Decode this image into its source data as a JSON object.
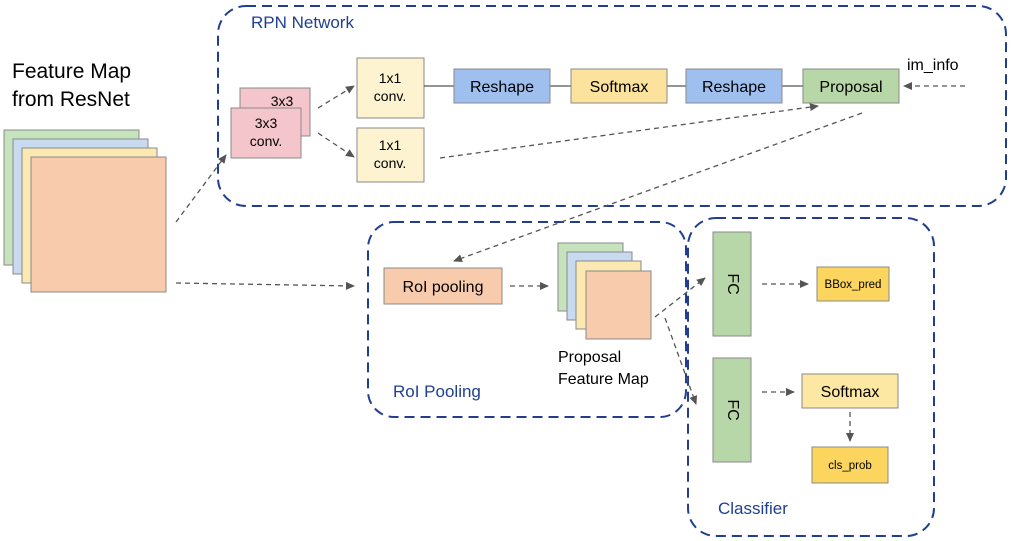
{
  "feature_map": {
    "line1": "Feature Map",
    "line2": "from ResNet"
  },
  "rpn": {
    "region_label": "RPN Network",
    "conv3x3_back": "3x3",
    "conv3x3_front_line1": "3x3",
    "conv3x3_front_line2": "conv.",
    "conv1x1_top_line1": "1x1",
    "conv1x1_top_line2": "conv.",
    "conv1x1_bottom_line1": "1x1",
    "conv1x1_bottom_line2": "conv.",
    "reshape_1": "Reshape",
    "softmax": "Softmax",
    "reshape_2": "Reshape",
    "proposal": "Proposal",
    "im_info": "im_info"
  },
  "roi": {
    "region_label": "RoI Pooling",
    "pooling": "RoI pooling",
    "proposal_map_line1": "Proposal",
    "proposal_map_line2": "Feature Map"
  },
  "classifier": {
    "region_label": "Classifier",
    "fc_top": "FC",
    "fc_bottom": "FC",
    "bbox_pred": "BBox_pred",
    "softmax": "Softmax",
    "cls_prob": "cls_prob"
  },
  "colors": {
    "region_border": "#1f3f8f",
    "stack_green": "#c5e3bd",
    "stack_blue": "#c7daf0",
    "stack_yellow": "#fbe9b1",
    "stack_salmon": "#f8cbad",
    "conv3x3": "#f4c6cb",
    "conv1x1": "#fdf3d0",
    "reshape": "#9fbfee",
    "softmax": "#fbe39d",
    "proposal": "#b7d7a8",
    "roi_pooling": "#f8cbad",
    "fc": "#b7d7a8",
    "output_box": "#fcd55f",
    "softmax_cls": "#fce8a3"
  }
}
